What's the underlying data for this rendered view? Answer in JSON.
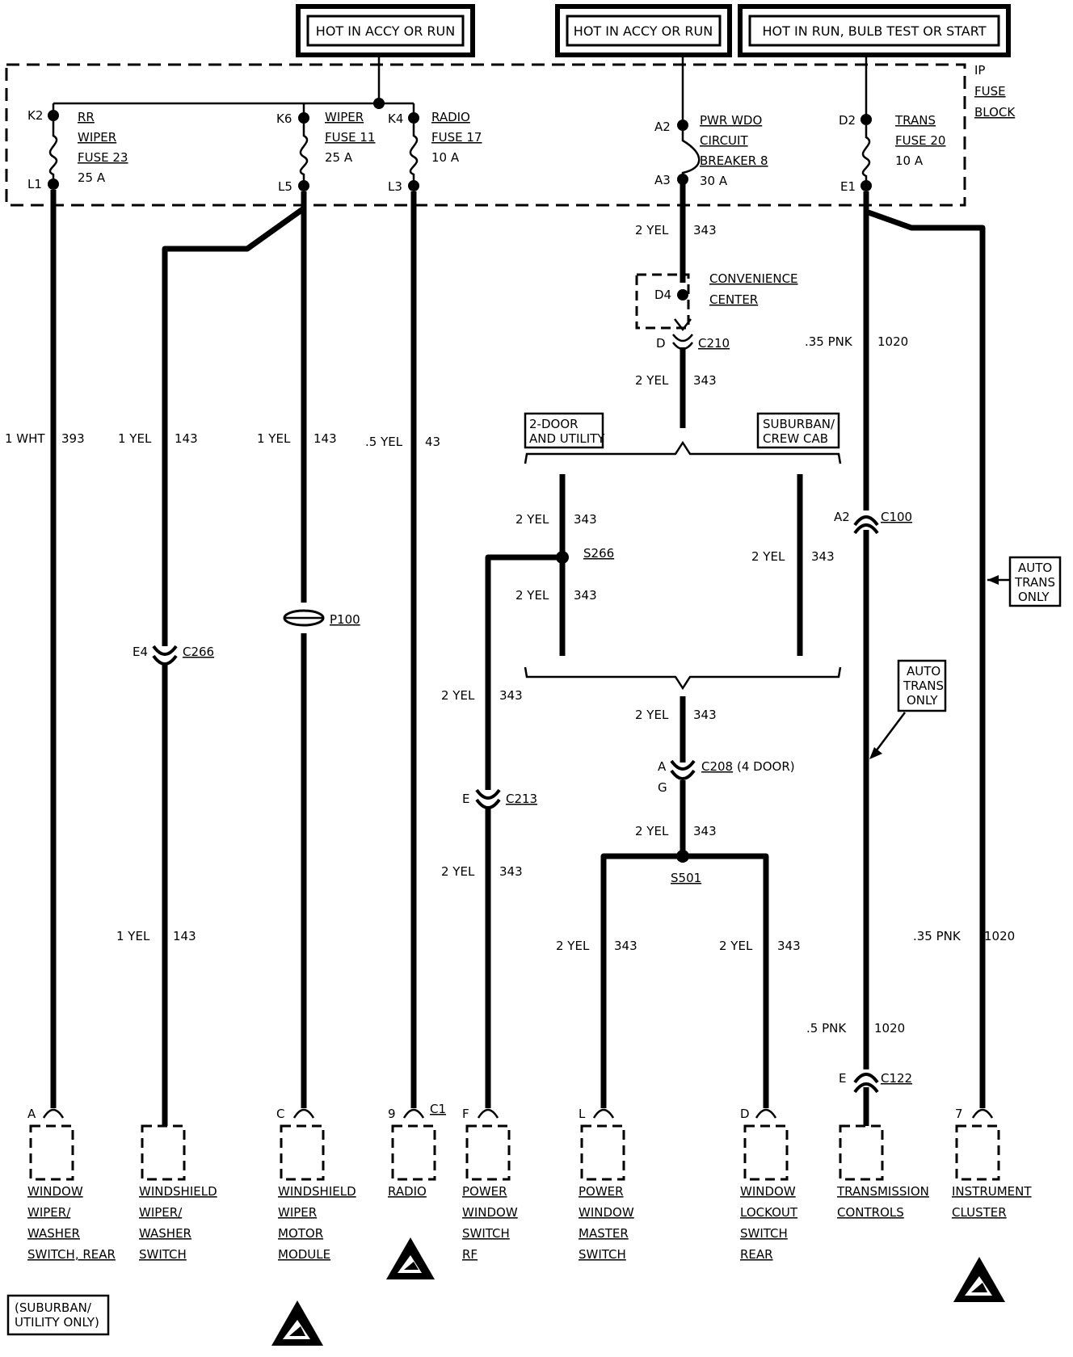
{
  "power_sources": [
    {
      "label": "HOT IN ACCY OR RUN"
    },
    {
      "label": "HOT IN ACCY OR RUN"
    },
    {
      "label": "HOT IN RUN, BULB TEST OR START"
    }
  ],
  "fuse_block": {
    "label_lines": [
      "IP",
      "FUSE",
      "BLOCK"
    ]
  },
  "fuses": [
    {
      "in_pin": "K2",
      "out_pin": "L1",
      "lines": [
        "RR",
        "WIPER",
        "FUSE 23",
        "25 A"
      ]
    },
    {
      "in_pin": "K6",
      "out_pin": "L5",
      "lines": [
        "WIPER",
        "FUSE 11",
        "25 A"
      ]
    },
    {
      "in_pin": "K4",
      "out_pin": "L3",
      "lines": [
        "RADIO",
        "FUSE 17",
        "10 A"
      ]
    },
    {
      "in_pin": "A2",
      "out_pin": "A3",
      "lines": [
        "PWR WDO",
        "CIRCUIT",
        "BREAKER 8",
        "30 A"
      ]
    },
    {
      "in_pin": "D2",
      "out_pin": "E1",
      "lines": [
        "TRANS",
        "FUSE 20",
        "10 A"
      ]
    }
  ],
  "wire_labels": [
    {
      "color": "1 WHT",
      "circuit": "393"
    },
    {
      "color": "1 YEL",
      "circuit": "143"
    },
    {
      "color": "1 YEL",
      "circuit": "143"
    },
    {
      "color": ".5 YEL",
      "circuit": "43"
    },
    {
      "color": "2 YEL",
      "circuit": "343"
    },
    {
      "color": ".35 PNK",
      "circuit": "1020"
    },
    {
      "color": "2 YEL",
      "circuit": "343"
    },
    {
      "color": "2 YEL",
      "circuit": "343"
    },
    {
      "color": "2 YEL",
      "circuit": "343"
    },
    {
      "color": "2 YEL",
      "circuit": "343"
    },
    {
      "color": "2 YEL",
      "circuit": "343"
    },
    {
      "color": "2 YEL",
      "circuit": "343"
    },
    {
      "color": "2 YEL",
      "circuit": "343"
    },
    {
      "color": "1 YEL",
      "circuit": "143"
    },
    {
      "color": "2 YEL",
      "circuit": "343"
    },
    {
      "color": "2 YEL",
      "circuit": "343"
    },
    {
      "color": "2 YEL",
      "circuit": "343"
    },
    {
      "color": ".35 PNK",
      "circuit": "1020"
    },
    {
      "color": ".5 PNK",
      "circuit": "1020"
    }
  ],
  "convenience_center": {
    "pin": "D4",
    "lines": [
      "CONVENIENCE",
      "CENTER"
    ]
  },
  "variants": {
    "left": [
      "2-DOOR",
      "AND UTILITY"
    ],
    "right": [
      "SUBURBAN/",
      "CREW CAB"
    ]
  },
  "connectors": [
    {
      "pin": "D",
      "name": "C210"
    },
    {
      "pin": "A2",
      "name": "C100"
    },
    {
      "pin": "E4",
      "name": "C266"
    },
    {
      "pin": "",
      "name": "P100"
    },
    {
      "pin": "E",
      "name": "C213"
    },
    {
      "pin": "A",
      "name": "C208",
      "note": "(4 DOOR)",
      "pin2": "G"
    },
    {
      "pin": "E",
      "name": "C122"
    }
  ],
  "splices": [
    "S266",
    "S501"
  ],
  "notes": [
    {
      "lines": [
        "AUTO",
        "TRANS",
        "ONLY"
      ]
    },
    {
      "lines": [
        "AUTO",
        "TRANS",
        "ONLY"
      ]
    }
  ],
  "components": [
    {
      "pin": "A",
      "lines": [
        "WINDOW",
        "WIPER/",
        "WASHER",
        "SWITCH, REAR"
      ]
    },
    {
      "pin": "",
      "lines": [
        "WINDSHIELD",
        "WIPER/",
        "WASHER",
        "SWITCH"
      ]
    },
    {
      "pin": "C",
      "lines": [
        "WINDSHIELD",
        "WIPER",
        "MOTOR",
        "MODULE"
      ]
    },
    {
      "pin": "9",
      "conn": "C1",
      "lines": [
        "RADIO"
      ]
    },
    {
      "pin": "F",
      "lines": [
        "POWER",
        "WINDOW",
        "SWITCH",
        "RF"
      ]
    },
    {
      "pin": "L",
      "lines": [
        "POWER",
        "WINDOW",
        "MASTER",
        "SWITCH"
      ]
    },
    {
      "pin": "D",
      "lines": [
        "WINDOW",
        "LOCKOUT",
        "SWITCH",
        "REAR"
      ]
    },
    {
      "pin": "",
      "lines": [
        "TRANSMISSION",
        "CONTROLS"
      ]
    },
    {
      "pin": "7",
      "lines": [
        "INSTRUMENT",
        "CLUSTER"
      ]
    }
  ],
  "footnote": [
    "(SUBURBAN/",
    "UTILITY ONLY)"
  ],
  "esd_icon": "esd-warning-icon"
}
